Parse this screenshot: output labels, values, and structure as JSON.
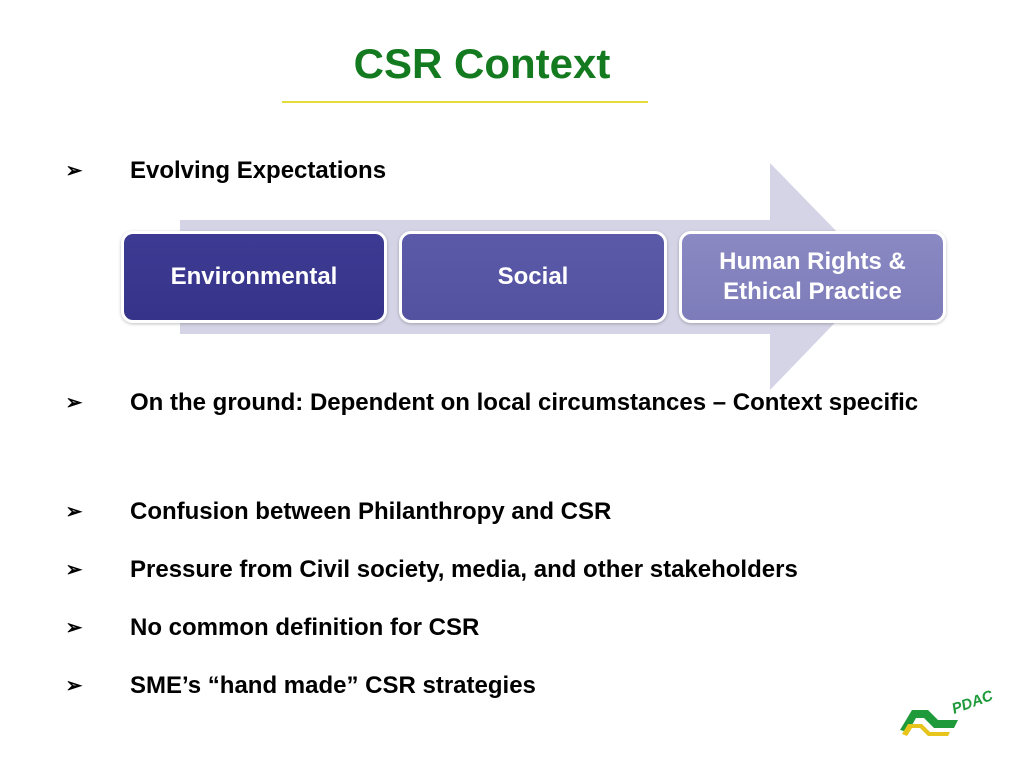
{
  "slide": {
    "title": "CSR Context",
    "bullet_marker": "➢",
    "bullets_top": [
      "Evolving Expectations"
    ],
    "diagram": {
      "boxes": [
        {
          "label": "Environmental"
        },
        {
          "label": "Social"
        },
        {
          "label": "Human Rights & Ethical Practice"
        }
      ],
      "colors": {
        "box_dark": "#3c3a92",
        "box_mid": "#5b5aa8",
        "box_light": "#8a89c3",
        "arrow": "#d4d4e6"
      }
    },
    "bullets": [
      {
        "text": "On the ground: Dependent on local circumstances – Context specific"
      },
      {
        "text": "Confusion between Philanthropy and CSR"
      },
      {
        "text": "Pressure from Civil society, media, and other stakeholders"
      },
      {
        "text": "No common definition for CSR"
      },
      {
        "text": "SME’s “hand made” CSR strategies"
      }
    ],
    "logo": {
      "text": "PDAC",
      "colors": {
        "green": "#1e9a3a",
        "yellow": "#e8c51c"
      }
    },
    "title_color": "#137a1f"
  }
}
